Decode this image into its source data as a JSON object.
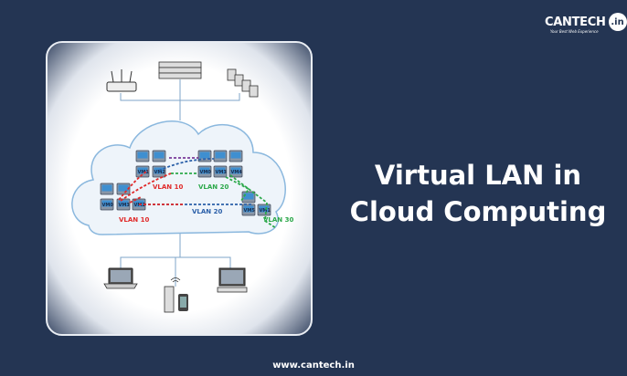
{
  "brand": {
    "name": "CANTECH",
    "suffix": ".in",
    "tagline": "Your Best Web Experience"
  },
  "title": {
    "line1": "Virtual LAN in",
    "line2": "Cloud Computing"
  },
  "footer": {
    "url": "www.cantech.in"
  },
  "diagram": {
    "vlan_labels": [
      "VLAN 10",
      "VLAN 20",
      "VLAN 10",
      "VLAN 20",
      "VLAN 30"
    ],
    "vm_labels": [
      "VM1",
      "VM2",
      "VM0",
      "VM3",
      "VM4",
      "VM0",
      "VM3",
      "VM2",
      "VM5",
      "VM1"
    ],
    "colors": {
      "vlan10": "#e02a2a",
      "vlan20": "#2a5fa8",
      "vlan20_alt": "#2ca84a",
      "vlan30": "#2ca84a",
      "purple": "#7a3a9a"
    }
  }
}
